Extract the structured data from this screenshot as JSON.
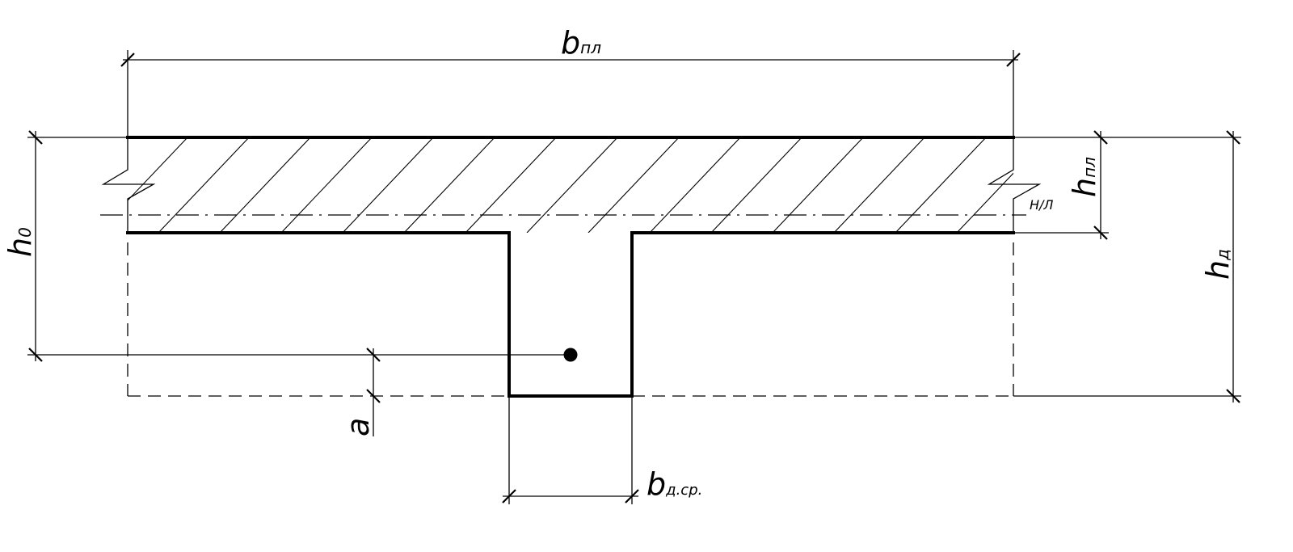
{
  "labels": {
    "b_slab": {
      "main": "b",
      "sub": "пл"
    },
    "h_slab": {
      "main": "h",
      "sub": "пл"
    },
    "h0": {
      "main": "h",
      "sub": "0"
    },
    "h_beam": {
      "main": "h",
      "sub": "д"
    },
    "a": {
      "main": "a"
    },
    "b_beam": {
      "main": "b",
      "sub": "д.ср."
    },
    "neutral_axis": "Н/Л"
  }
}
